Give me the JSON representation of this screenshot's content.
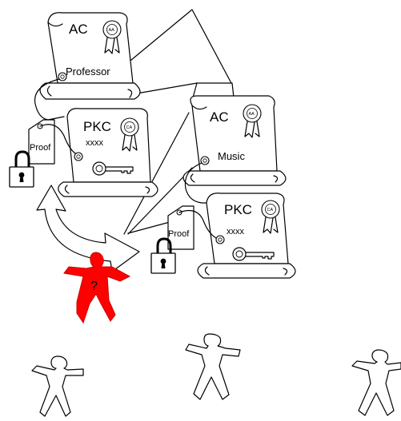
{
  "colors": {
    "ink": "#000000",
    "paper": "#ffffff",
    "unknown_person": "#ff0000"
  },
  "certificates": {
    "left_ac": {
      "title": "AC",
      "seal": "AA",
      "attribute": "Professor"
    },
    "left_pkc": {
      "title": "PKC",
      "seal": "CA",
      "key_id": "xxxx"
    },
    "right_ac": {
      "title": "AC",
      "seal": "AA",
      "attribute": "Music"
    },
    "right_pkc": {
      "title": "PKC",
      "seal": "CA",
      "key_id": "xxxx"
    }
  },
  "tags": {
    "left_proof": "Proof",
    "right_proof": "Proof"
  },
  "unknown_person": {
    "label": "?"
  },
  "icons": [
    "scroll-icon",
    "seal-icon",
    "key-icon",
    "padlock-icon",
    "person-icon",
    "curved-arrow-icon"
  ]
}
